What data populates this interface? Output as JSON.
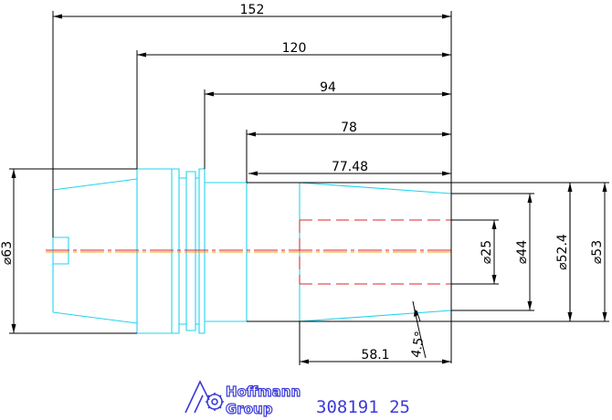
{
  "colors": {
    "part_outline": "#22d3ee",
    "dimension": "#000000",
    "hidden_line": "#dc2626",
    "centerline": "#f59e0b",
    "brand": "#3b3bd9"
  },
  "dimensions": {
    "overall_length": "152",
    "length_120": "120",
    "length_94": "94",
    "length_78": "78",
    "length_77_48": "77.48",
    "length_58_1": "58.1",
    "diameter_63": "⌀63",
    "diameter_25": "⌀25",
    "diameter_44": "⌀44",
    "diameter_52_4": "⌀52.4",
    "diameter_53": "⌀53",
    "taper_angle": "4.5°"
  },
  "branding": {
    "company_line1": "Hoffmann",
    "company_line2": "Group",
    "part_number": "308191 25",
    "logo_icon": "hoffmann-logo-icon"
  }
}
